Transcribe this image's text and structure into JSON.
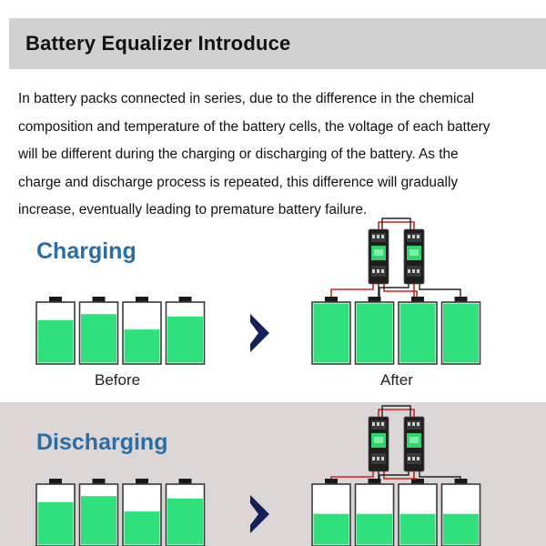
{
  "header": {
    "title": "Battery Equalizer Introduce"
  },
  "intro": {
    "lines": [
      "In battery packs connected in series, due to the difference in the chemical",
      "composition and temperature of the battery cells, the voltage of each battery",
      "will be different during the charging or discharging of the battery. As the",
      "charge and discharge process is repeated, this difference will gradually",
      "increase, eventually leading to premature battery failure."
    ]
  },
  "charging": {
    "title": "Charging",
    "before_label": "Before",
    "after_label": "After",
    "before_levels": [
      0.72,
      0.82,
      0.56,
      0.78
    ],
    "after_levels": [
      1.0,
      1.0,
      1.0,
      1.0
    ]
  },
  "discharging": {
    "title": "Discharging",
    "before_levels": [
      0.72,
      0.82,
      0.56,
      0.78
    ],
    "after_levels": [
      0.52,
      0.52,
      0.52,
      0.52
    ]
  },
  "colors": {
    "battery_fill": "#2fe07c",
    "battery_outline": "#3a3a3a",
    "arrow": "#14205a",
    "title_blue": "#2a6ea6",
    "header_bg": "#d1d1d1",
    "discharge_bg": "#ddd6d6",
    "wire_red": "#d62020"
  },
  "icons": [
    "battery-icon",
    "right-arrow-icon",
    "equalizer-module-icon"
  ]
}
